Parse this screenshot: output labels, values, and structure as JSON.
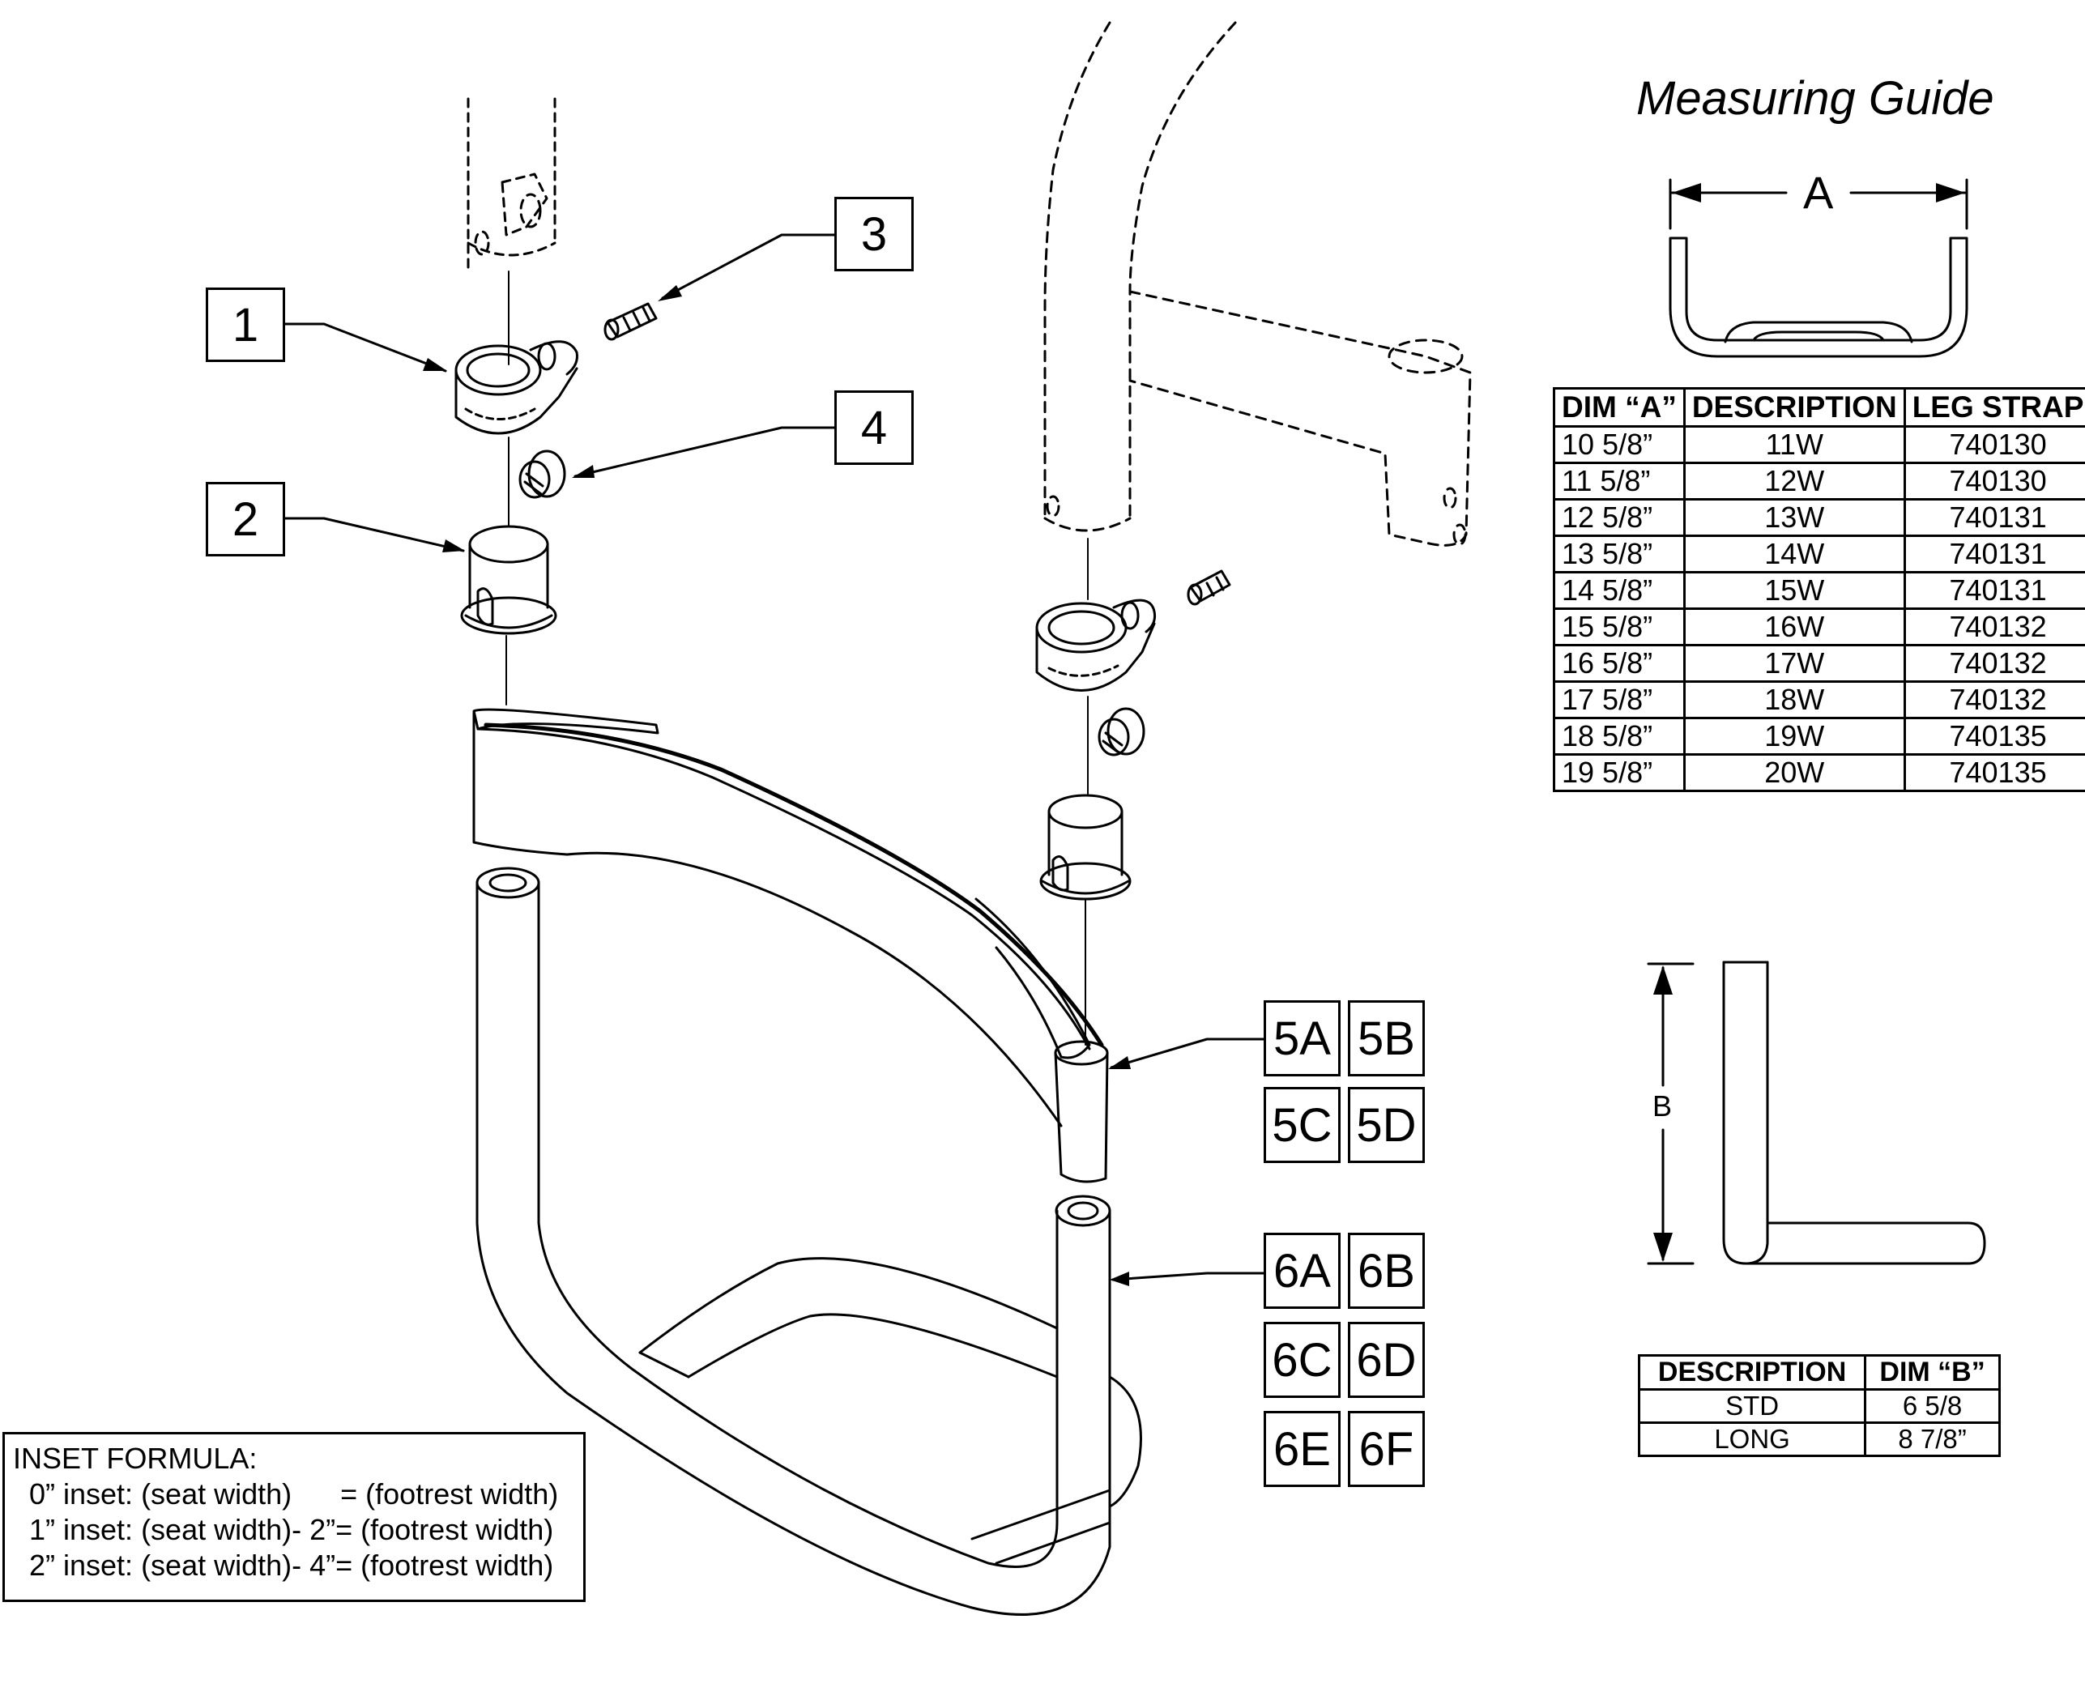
{
  "measuring_guide": {
    "title": "Measuring Guide",
    "dim_a_label": "A",
    "dim_b_label": "B"
  },
  "callouts": [
    "1",
    "2",
    "3",
    "4",
    "5A",
    "5B",
    "5C",
    "5D",
    "6A",
    "6B",
    "6C",
    "6D",
    "6E",
    "6F"
  ],
  "dim_a_table": {
    "headers": [
      "DIM “A”",
      "DESCRIPTION",
      "LEG STRAP"
    ],
    "rows": [
      [
        "10 5/8”",
        "11W",
        "740130"
      ],
      [
        "11 5/8”",
        "12W",
        "740130"
      ],
      [
        "12 5/8”",
        "13W",
        "740131"
      ],
      [
        "13 5/8”",
        "14W",
        "740131"
      ],
      [
        "14 5/8”",
        "15W",
        "740131"
      ],
      [
        "15 5/8”",
        "16W",
        "740132"
      ],
      [
        "16 5/8”",
        "17W",
        "740132"
      ],
      [
        "17 5/8”",
        "18W",
        "740132"
      ],
      [
        "18 5/8”",
        "19W",
        "740135"
      ],
      [
        "19 5/8”",
        "20W",
        "740135"
      ]
    ]
  },
  "dim_b_table": {
    "headers": [
      "DESCRIPTION",
      "DIM “B”"
    ],
    "rows": [
      [
        "STD",
        "6 5/8"
      ],
      [
        "LONG",
        "8 7/8”"
      ]
    ]
  },
  "inset_formula": {
    "title": "INSET FORMULA:",
    "lines": [
      "  0” inset: (seat width)      = (footrest width)",
      "  1” inset: (seat width)- 2”= (footrest width)",
      "  2” inset: (seat width)- 4”= (footrest width)"
    ]
  }
}
